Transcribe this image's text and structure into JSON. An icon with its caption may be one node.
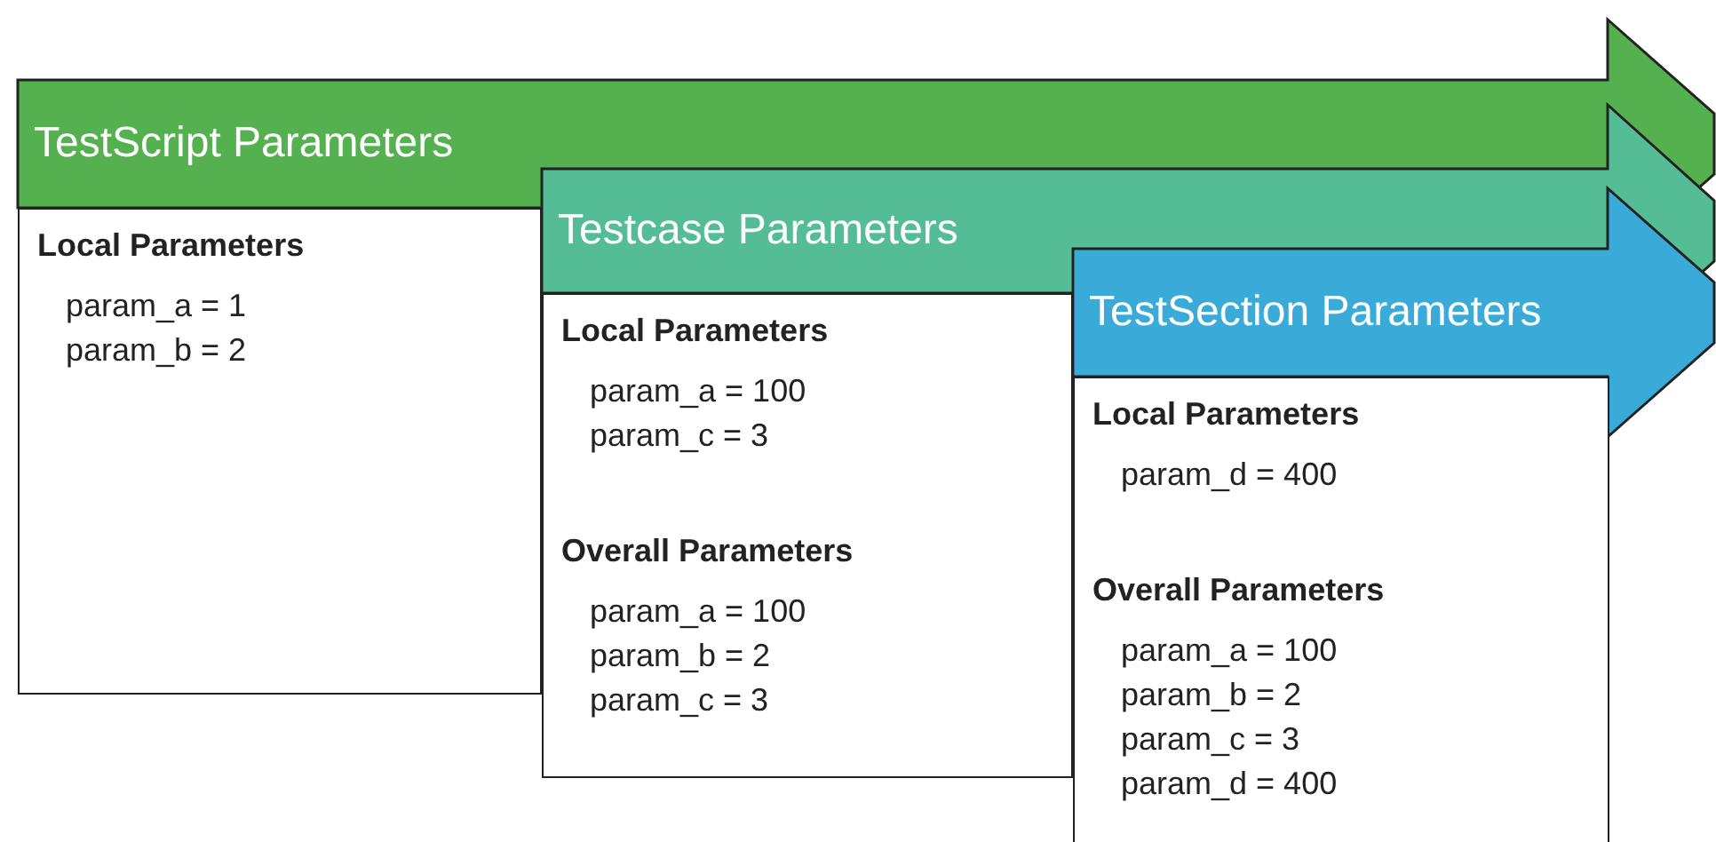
{
  "diagram": {
    "nodes": [
      {
        "text": [
          "TestScript Parameters"
        ]
      },
      {
        "text": [
          "Local Parameters",
          "param_a = 1",
          "param_b = 2"
        ]
      },
      {
        "text": [
          "Testcase Parameters"
        ]
      },
      {
        "text": [
          "Local Parameters",
          "param_a = 100",
          "param_c = 3",
          "Overall Parameters",
          "param_a = 100",
          "param_b = 2",
          "param_c = 3"
        ]
      },
      {
        "text": [
          "TestSection Parameters"
        ]
      },
      {
        "text": [
          "Local Parameters",
          "param_d = 400",
          "Overall Parameters",
          "param_a = 100",
          "param_b = 2",
          "param_c = 3",
          "param_d = 400"
        ]
      }
    ]
  }
}
